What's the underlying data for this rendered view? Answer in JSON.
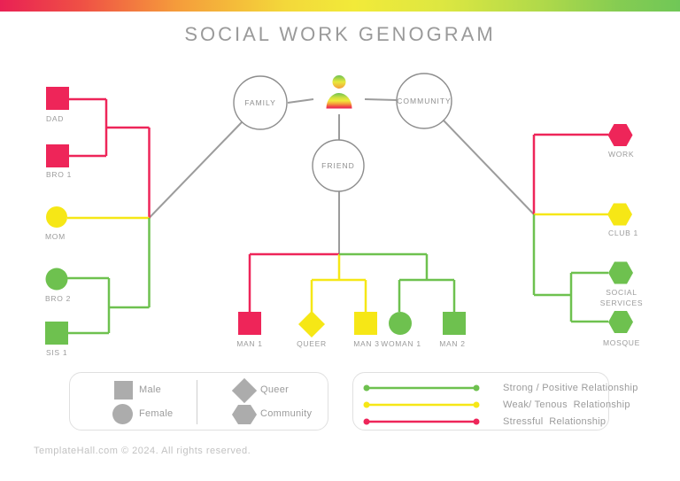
{
  "title": "SOCIAL WORK GENOGRAM",
  "footer": "TemplateHall.com © 2024. All rights reserved.",
  "colors": {
    "stressful": "#EE2559",
    "weak": "#F6E716",
    "strong": "#6EC14F",
    "connector": "#9C9C9C",
    "hub_stroke": "#8D8D8D",
    "label": "#9B9B9B",
    "legend_shape": "#ACACAC"
  },
  "hubs": {
    "family": "FAMILY",
    "community": "COMMUNITY",
    "friend": "FRIEND"
  },
  "nodes": {
    "dad": {
      "label": "DAD",
      "shape": "square",
      "color": "#EE2559"
    },
    "bro1": {
      "label": "BRO 1",
      "shape": "square",
      "color": "#EE2559"
    },
    "mom": {
      "label": "MOM",
      "shape": "circle",
      "color": "#F6E716"
    },
    "bro2": {
      "label": "BRO 2",
      "shape": "circle",
      "color": "#6EC14F"
    },
    "sis1": {
      "label": "SIS 1",
      "shape": "square",
      "color": "#6EC14F"
    },
    "work": {
      "label": "WORK",
      "shape": "hexagon",
      "color": "#EE2559"
    },
    "club1": {
      "label": "CLUB 1",
      "shape": "hexagon",
      "color": "#F6E716"
    },
    "social_services": {
      "label_line1": "SOCIAL",
      "label_line2": "SERVICES",
      "shape": "hexagon",
      "color": "#6EC14F"
    },
    "mosque": {
      "label": "MOSQUE",
      "shape": "hexagon",
      "color": "#6EC14F"
    },
    "man1": {
      "label": "MAN 1",
      "shape": "square",
      "color": "#EE2559"
    },
    "queer": {
      "label": "QUEER",
      "shape": "diamond",
      "color": "#F6E716"
    },
    "man3": {
      "label": "MAN 3",
      "shape": "square",
      "color": "#F6E716"
    },
    "woman1": {
      "label": "WOMAN 1",
      "shape": "circle",
      "color": "#6EC14F"
    },
    "man2": {
      "label": "MAN 2",
      "shape": "square",
      "color": "#6EC14F"
    }
  },
  "legend": {
    "shapes": [
      {
        "shape": "square",
        "label": "Male"
      },
      {
        "shape": "circle",
        "label": "Female"
      },
      {
        "shape": "diamond",
        "label": "Queer"
      },
      {
        "shape": "hexagon",
        "label": "Community"
      }
    ],
    "relationships": [
      {
        "color": "#6EC14F",
        "label": "Strong / Positive Relationship"
      },
      {
        "color": "#F6E716",
        "label": "Weak/ Tenous  Relationship"
      },
      {
        "color": "#EE2559",
        "label": "Stressful  Relationship"
      }
    ]
  }
}
